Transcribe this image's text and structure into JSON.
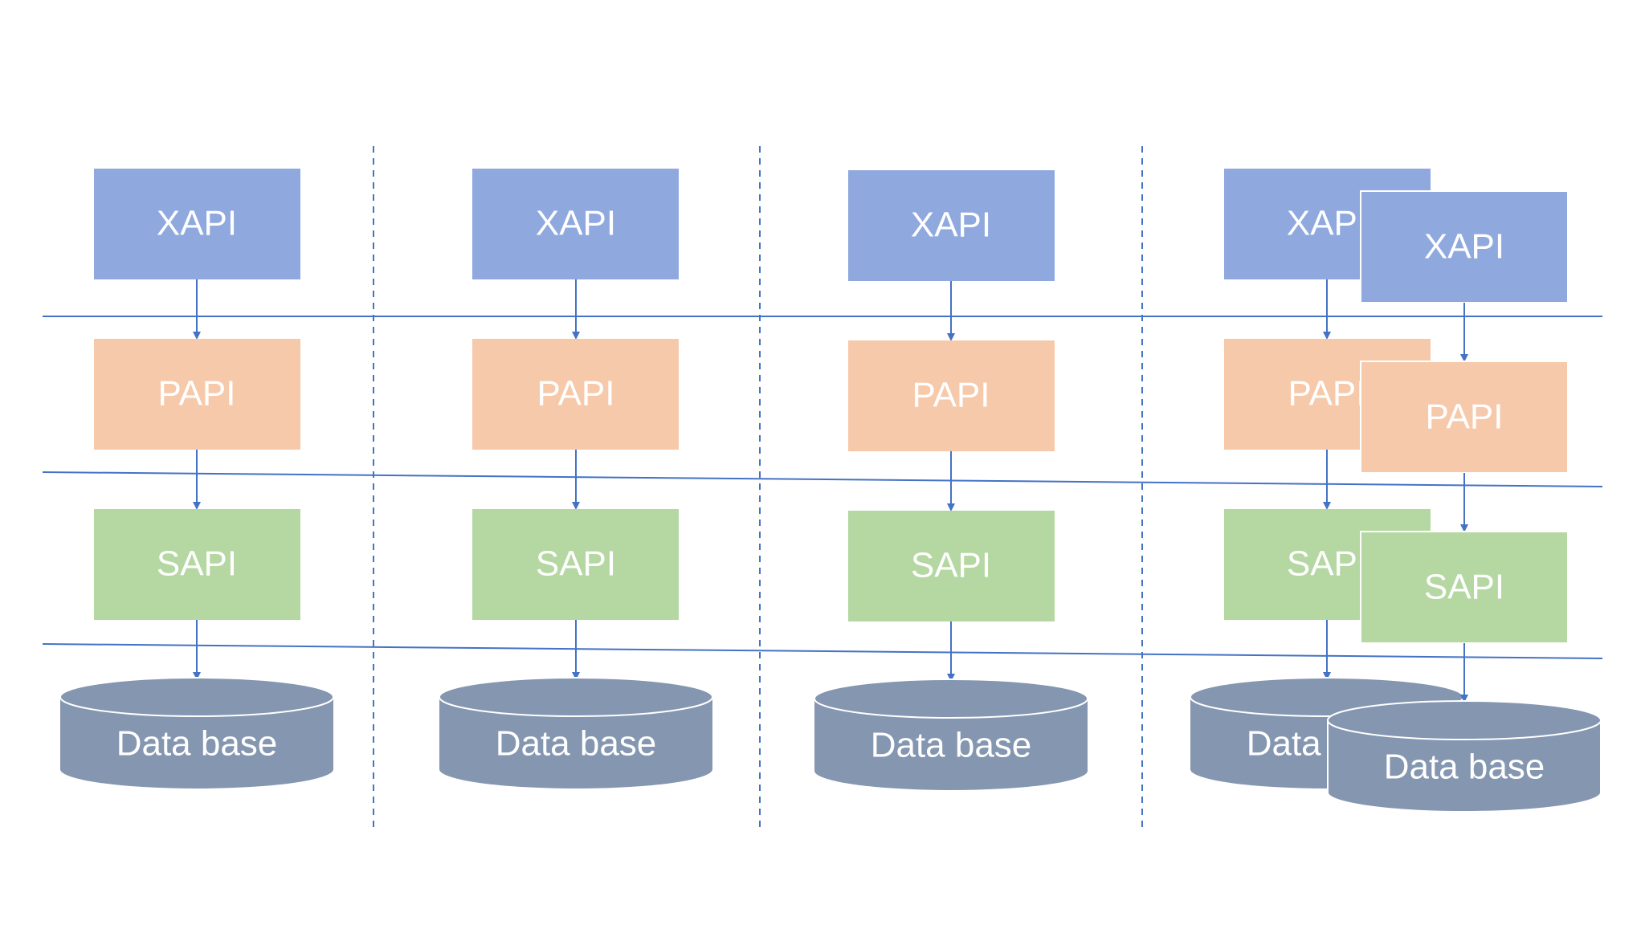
{
  "colors": {
    "xapi": "#8fa9df",
    "papi": "#f7c9ab",
    "sapi": "#b5d7a2",
    "database": "#8496b0",
    "database_edge": "#ffffff",
    "line": "#4472c4",
    "separator": "#4472c4"
  },
  "columns": [
    {
      "xapi": "XAPI",
      "papi": "PAPI",
      "sapi": "SAPI",
      "database": "Data base"
    },
    {
      "xapi": "XAPI",
      "papi": "PAPI",
      "sapi": "SAPI",
      "database": "Data base"
    },
    {
      "xapi": "XAPI",
      "papi": "PAPI",
      "sapi": "SAPI",
      "database": "Data base"
    },
    {
      "xapi": "XAPI",
      "papi": "PAPI",
      "sapi": "SAPI",
      "database": "Data base"
    },
    {
      "xapi": "XAPI",
      "papi": "PAPI",
      "sapi": "SAPI",
      "database": "Data base"
    }
  ]
}
